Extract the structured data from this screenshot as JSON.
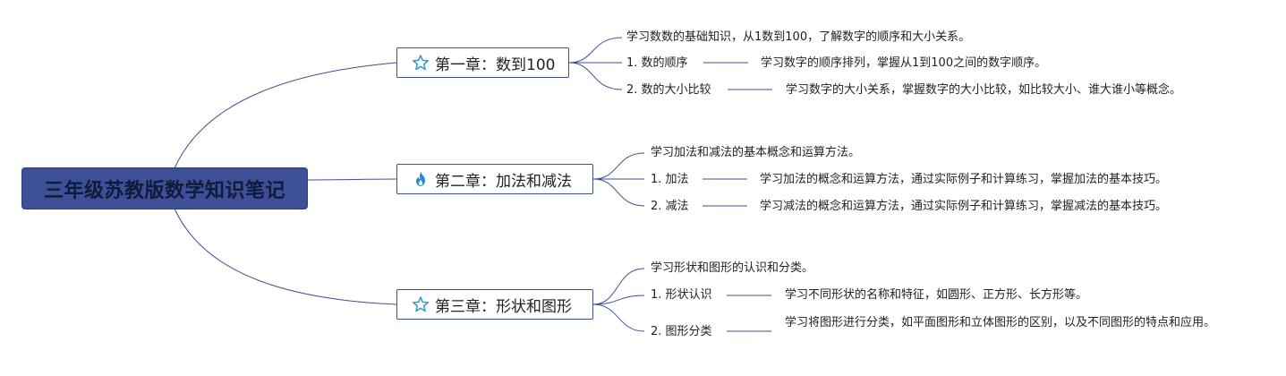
{
  "root": {
    "title": "三年级苏教版数学知识笔记"
  },
  "chapters": [
    {
      "title": "第一章：数到100",
      "icon": "star-icon",
      "summary": "学习数数的基础知识，从1数到100，了解数字的顺序和大小关系。",
      "items": [
        {
          "label": "1. 数的顺序",
          "detail": "学习数字的顺序排列，掌握从1到100之间的数字顺序。"
        },
        {
          "label": "2. 数的大小比较",
          "detail": "学习数字的大小关系，掌握数字的大小比较，如比较大小、谁大谁小等概念。"
        }
      ]
    },
    {
      "title": "第二章：加法和减法",
      "icon": "fire-icon",
      "summary": "学习加法和减法的基本概念和运算方法。",
      "items": [
        {
          "label": "1. 加法",
          "detail": "学习加法的概念和运算方法，通过实际例子和计算练习，掌握加法的基本技巧。"
        },
        {
          "label": "2. 减法",
          "detail": "学习减法的概念和运算方法，通过实际例子和计算练习，掌握减法的基本技巧。"
        }
      ]
    },
    {
      "title": "第三章：形状和图形",
      "icon": "star-icon",
      "summary": "学习形状和图形的认识和分类。",
      "items": [
        {
          "label": "1. 形状认识",
          "detail": "学习不同形状的名称和特征，如圆形、正方形、长方形等。"
        },
        {
          "label": "2. 图形分类",
          "detail": "学习将图形进行分类，如平面图形和立体图形的区别，以及不同图形的特点和应用。"
        }
      ]
    }
  ],
  "colors": {
    "root_fill": "#3d4f96",
    "line": "#3d4f96",
    "star": "#2a9ad8",
    "fire": "#2a8ad8"
  }
}
